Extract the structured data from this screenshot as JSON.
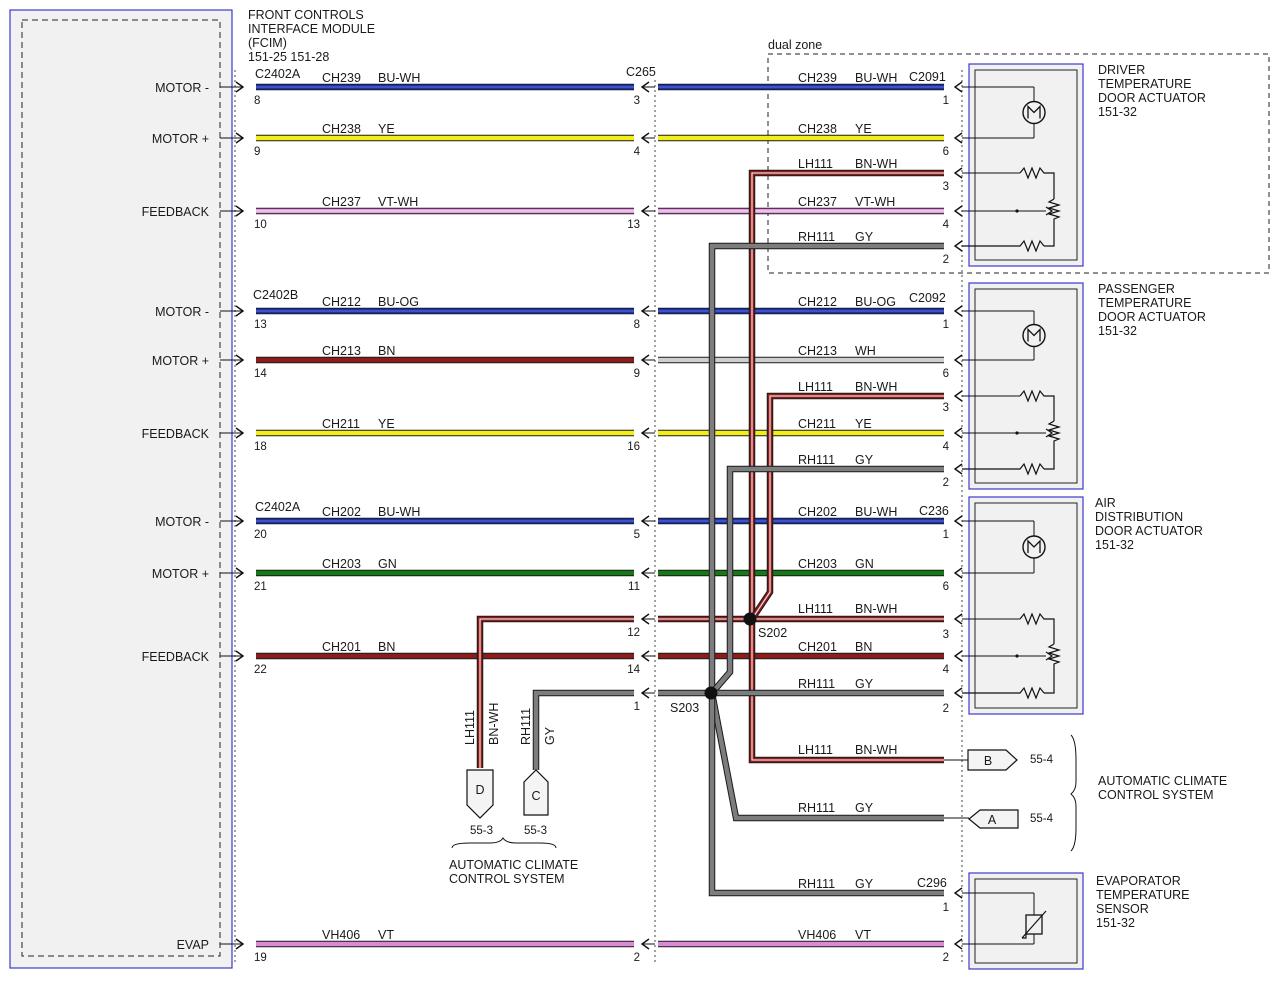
{
  "fcim": {
    "title_line1": "FRONT CONTROLS",
    "title_line2": "INTERFACE MODULE",
    "title_line3": "(FCIM)",
    "pages": "151-25  151-28",
    "pin_labels": [
      "MOTOR -",
      "MOTOR +",
      "FEEDBACK",
      "MOTOR -",
      "MOTOR +",
      "FEEDBACK",
      "MOTOR -",
      "MOTOR +",
      "FEEDBACK",
      "EVAP"
    ]
  },
  "connectors": {
    "c2402a_top": "C2402A",
    "c2402b": "C2402B",
    "c2402a_mid": "C2402A",
    "c265": "C265",
    "c2091": "C2091",
    "c2092": "C2092",
    "c236": "C236",
    "c296": "C296"
  },
  "dual_zone_label": "dual zone",
  "wires": [
    {
      "left_circuit": "CH239",
      "left_color": "BU-WH",
      "right_circuit": "CH239",
      "right_color": "BU-WH",
      "fcim_pin": "8",
      "c265_pin": "3",
      "dev_pin": "1",
      "stroke": "#1f2fb0",
      "stripe": "#4a6ad8"
    },
    {
      "left_circuit": "CH238",
      "left_color": "YE",
      "right_circuit": "CH238",
      "right_color": "YE",
      "fcim_pin": "9",
      "c265_pin": "4",
      "dev_pin": "6",
      "stroke": "#f2ee1a",
      "stripe": ""
    },
    {
      "left_circuit": "CH237",
      "left_color": "VT-WH",
      "right_circuit": "CH237",
      "right_color": "VT-WH",
      "fcim_pin": "10",
      "c265_pin": "13",
      "dev_pin": "4",
      "stroke": "#e49be0",
      "stripe": "#f6d6f3"
    },
    {
      "left_circuit": "CH212",
      "left_color": "BU-OG",
      "right_circuit": "CH212",
      "right_color": "BU-OG",
      "fcim_pin": "13",
      "c265_pin": "8",
      "dev_pin": "1",
      "stroke": "#1f2fb0",
      "stripe": "#4a6ad8"
    },
    {
      "left_circuit": "CH213",
      "left_color": "BN",
      "right_circuit": "CH213",
      "right_color": "WH",
      "fcim_pin": "14",
      "c265_pin": "9",
      "dev_pin": "6",
      "stroke": "#8b1d1d",
      "stroke_right": "#cfcfcf",
      "stripe": ""
    },
    {
      "left_circuit": "CH211",
      "left_color": "YE",
      "right_circuit": "CH211",
      "right_color": "YE",
      "fcim_pin": "18",
      "c265_pin": "16",
      "dev_pin": "4",
      "stroke": "#f2ee1a",
      "stripe": ""
    },
    {
      "left_circuit": "CH202",
      "left_color": "BU-WH",
      "right_circuit": "CH202",
      "right_color": "BU-WH",
      "fcim_pin": "20",
      "c265_pin": "5",
      "dev_pin": "1",
      "stroke": "#1f2fb0",
      "stripe": "#4a6ad8"
    },
    {
      "left_circuit": "CH203",
      "left_color": "GN",
      "right_circuit": "CH203",
      "right_color": "GN",
      "fcim_pin": "21",
      "c265_pin": "11",
      "dev_pin": "6",
      "stroke": "#157a16",
      "stripe": ""
    },
    {
      "left_circuit": "CH201",
      "left_color": "BN",
      "right_circuit": "CH201",
      "right_color": "BN",
      "fcim_pin": "22",
      "c265_pin": "14",
      "dev_pin": "4",
      "stroke": "#8b1d1d",
      "stripe": ""
    },
    {
      "left_circuit": "VH406",
      "left_color": "VT",
      "right_circuit": "VH406",
      "right_color": "VT",
      "fcim_pin": "19",
      "c265_pin": "2",
      "dev_pin": "2",
      "stroke": "#d88ad6",
      "stripe": ""
    }
  ],
  "lh_wires": [
    {
      "circuit": "LH111",
      "color": "BN-WH",
      "pin": "3"
    },
    {
      "circuit": "LH111",
      "color": "BN-WH",
      "pin": "3"
    },
    {
      "circuit": "LH111",
      "color": "BN-WH",
      "pin": "3"
    },
    {
      "circuit": "LH111",
      "color": "BN-WH",
      "pin": ""
    }
  ],
  "rh_wires": [
    {
      "circuit": "RH111",
      "color": "GY",
      "pin": "2"
    },
    {
      "circuit": "RH111",
      "color": "GY",
      "pin": "2"
    },
    {
      "circuit": "RH111",
      "color": "GY",
      "pin": "2"
    },
    {
      "circuit": "RH111",
      "color": "GY",
      "pin": ""
    },
    {
      "circuit": "RH111",
      "color": "GY",
      "pin": "1"
    }
  ],
  "c265_extra_pins": {
    "lh": "12",
    "rh": "1"
  },
  "splices": {
    "s202": "S202",
    "s203": "S203"
  },
  "components": {
    "driver": [
      "DRIVER",
      "TEMPERATURE",
      "DOOR ACTUATOR",
      "151-32"
    ],
    "passenger": [
      "PASSENGER",
      "TEMPERATURE",
      "DOOR ACTUATOR",
      "151-32"
    ],
    "air": [
      "AIR",
      "DISTRIBUTION",
      "DOOR ACTUATOR",
      "151-32"
    ],
    "evap": [
      "EVAPORATOR",
      "TEMPERATURE",
      "SENSOR",
      "151-32"
    ]
  },
  "acc_right": {
    "line1": "AUTOMATIC CLIMATE",
    "line2": "CONTROL SYSTEM",
    "b_letter": "B",
    "b_page": "55-4",
    "a_letter": "A",
    "a_page": "55-4"
  },
  "acc_bottom": {
    "line1": "AUTOMATIC CLIMATE",
    "line2": "CONTROL SYSTEM",
    "d_letter": "D",
    "d_page": "55-3",
    "c_letter": "C",
    "c_page": "55-3"
  },
  "vertical_labels": {
    "lh": "LH111",
    "bnwh": "BN-WH",
    "rh": "RH111",
    "gy": "GY"
  }
}
